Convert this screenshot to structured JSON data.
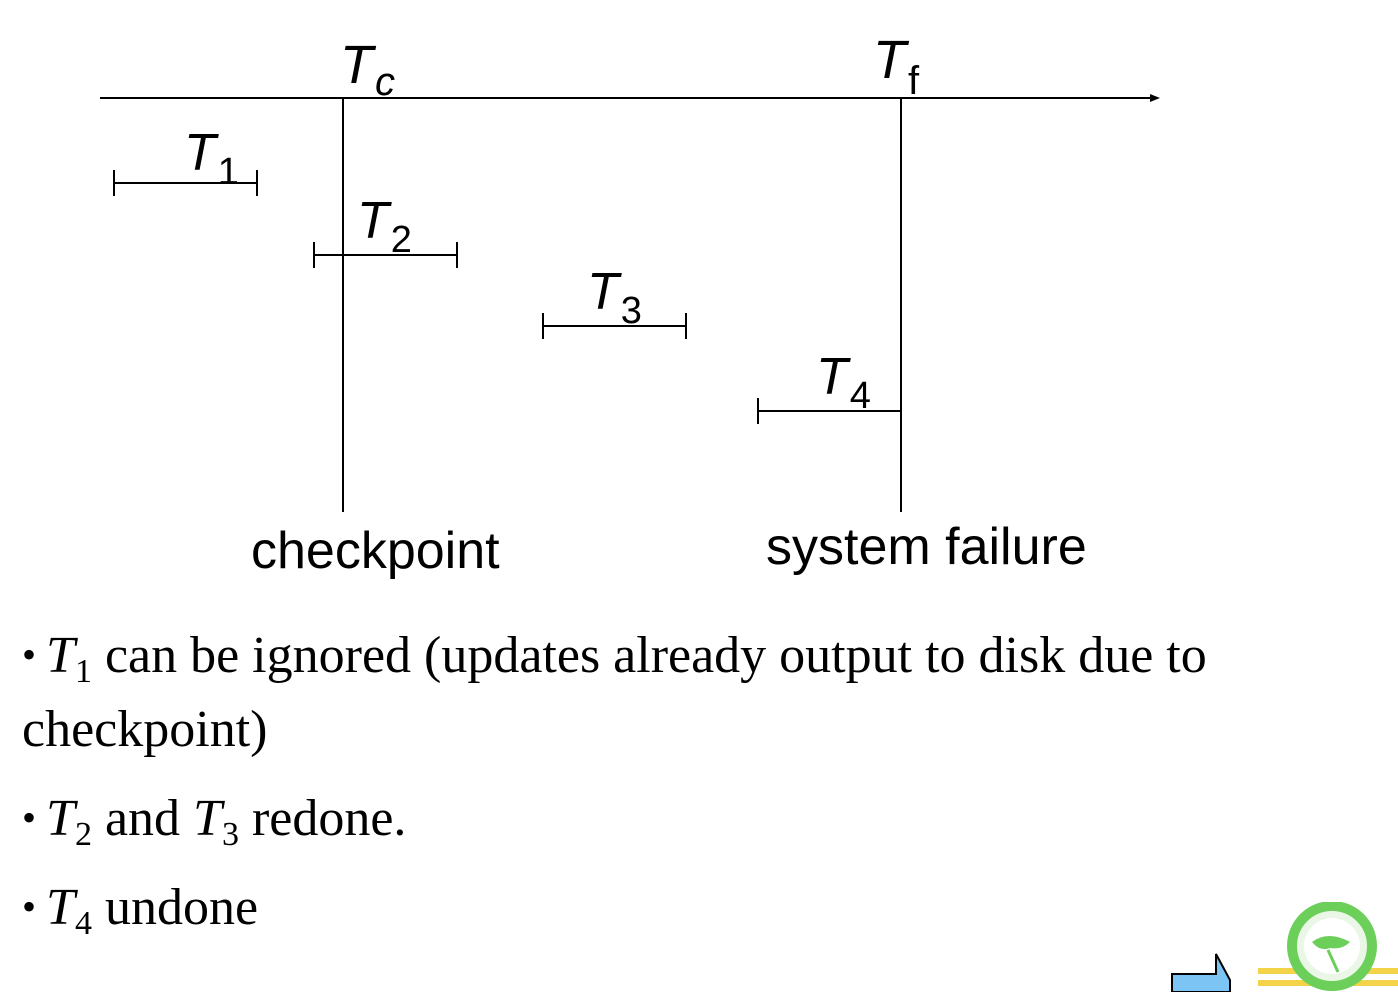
{
  "diagram": {
    "time_markers": [
      {
        "id": "checkpoint",
        "symbol": "T",
        "subscript": "c",
        "caption": "checkpoint"
      },
      {
        "id": "failure",
        "symbol": "T",
        "subscript": "f",
        "caption": "system failure"
      }
    ],
    "transactions": [
      {
        "symbol": "T",
        "subscript": "1"
      },
      {
        "symbol": "T",
        "subscript": "2"
      },
      {
        "symbol": "T",
        "subscript": "3"
      },
      {
        "symbol": "T",
        "subscript": "4"
      }
    ]
  },
  "bullets": [
    {
      "symbol": "T",
      "subscript": "1",
      "text": " can be ignored (updates already output to disk due to checkpoint)"
    },
    {
      "symbol": "T",
      "subscript": "2",
      "mid": " and ",
      "symbol2": "T",
      "subscript2": "3",
      "text": " redone."
    },
    {
      "symbol": "T",
      "subscript": "4",
      "text": " undone"
    }
  ],
  "colors": {
    "nav_arrow": "#7cc4f4",
    "logo_green": "#6ccf5a",
    "logo_stripe": "#f2d34a"
  },
  "icons": {
    "nav": "next-slide-arrow-icon",
    "logo": "university-seal-logo"
  }
}
